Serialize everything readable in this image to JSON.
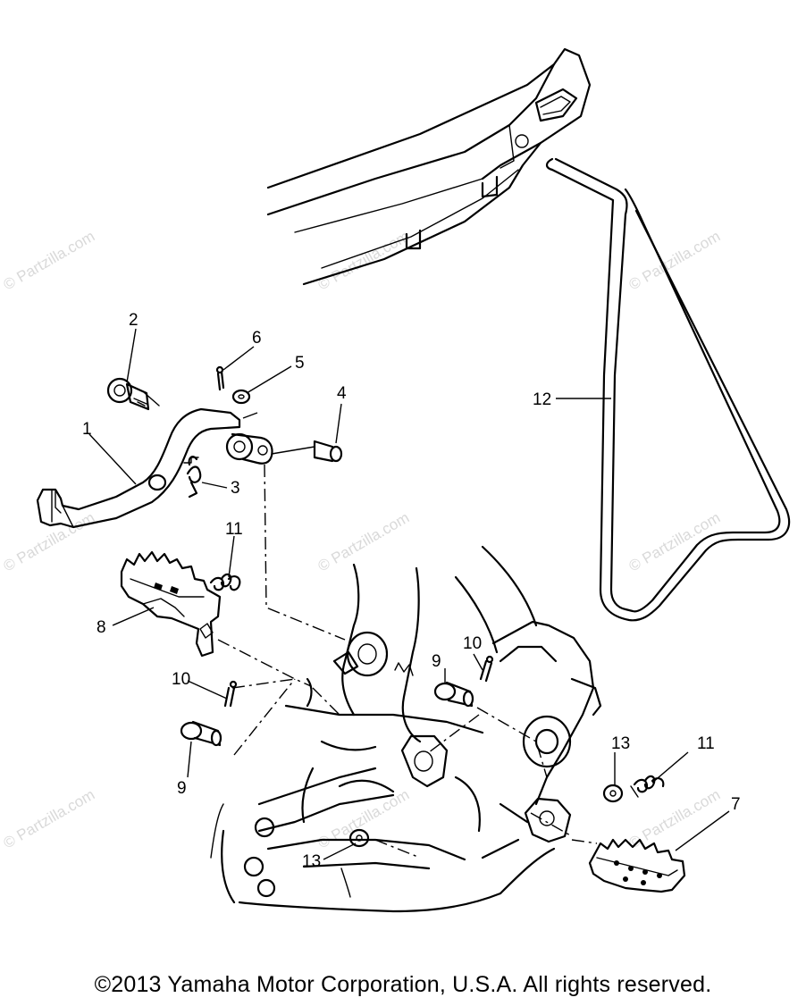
{
  "diagram": {
    "watermark": "© Partzilla.com",
    "copyright": "©2013  Yamaha Motor Corporation, U.S.A. All rights reserved.",
    "callouts": {
      "c1": "1",
      "c2": "2",
      "c3": "3",
      "c4": "4",
      "c5": "5",
      "c6": "6",
      "c7": "7",
      "c8": "8",
      "c9a": "9",
      "c9b": "9",
      "c10a": "10",
      "c10b": "10",
      "c11a": "11",
      "c11b": "11",
      "c12": "12",
      "c13a": "13",
      "c13b": "13"
    }
  }
}
